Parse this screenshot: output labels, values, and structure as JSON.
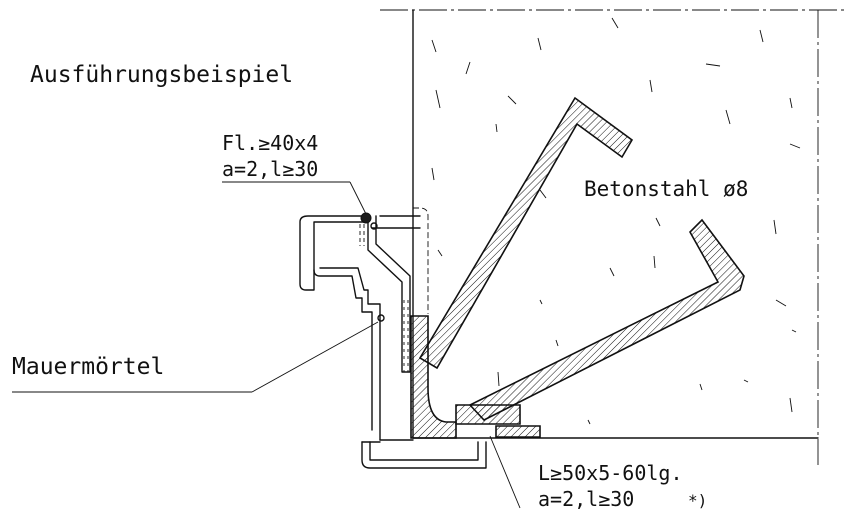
{
  "labels": {
    "title": "Ausführungsbeispiel",
    "flat_bar_line1": "Fl.≥40x4",
    "flat_bar_line2": "a=2,l≥30",
    "rebar": "Betonstahl ø8",
    "mortar": "Mauermörtel",
    "angle_line1": "L≥50x5-60lg.",
    "angle_line2": "a=2,l≥30",
    "footnote_mark": "*)"
  },
  "colors": {
    "ink": "#111111",
    "background": "#ffffff"
  }
}
